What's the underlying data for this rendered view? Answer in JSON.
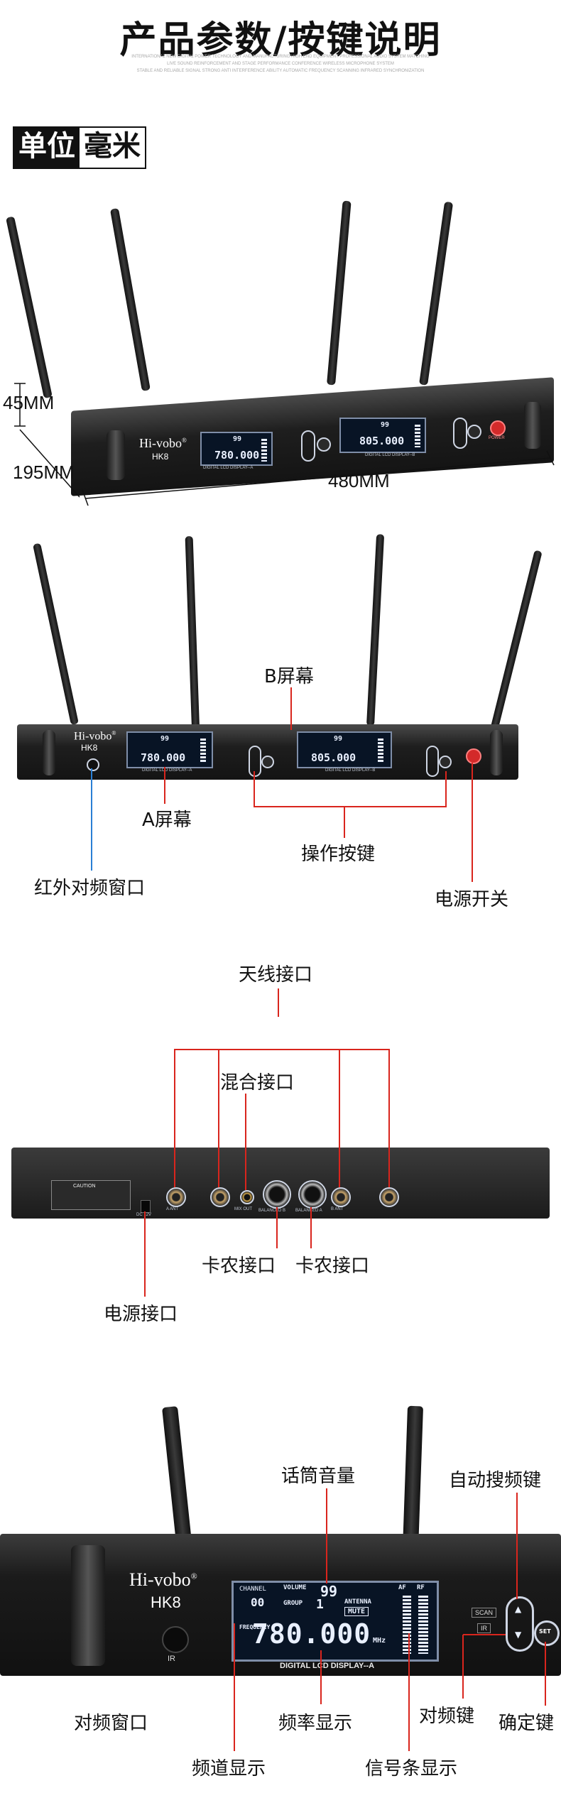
{
  "header": {
    "title": "产品参数/按键说明",
    "subtitle_lines": [
      "INTERNATIONAL NEW DIGITAL POWER TECHNOLOGY AND MANUFACTURING HIGH END EQUIPMENT PROFESSIONAL AUDIO SYSTEM MATCHING",
      "LIVE SOUND REINFORCEMENT AND STAGE PERFORMANCE CONFERENCE WIRELESS MICROPHONE SYSTEM",
      "STABLE AND RELIABLE SIGNAL STRONG ANTI INTERFERENCE ABILITY AUTOMATIC FREQUENCY SCANNING INFRARED SYNCHRONIZATION"
    ]
  },
  "unit_badge": {
    "part1": "单位",
    "part2": "毫米"
  },
  "dimensions": {
    "height": "45MM",
    "depth": "195MM",
    "width": "480MM"
  },
  "device": {
    "brand": "Hi-vobo",
    "brand_mark": "®",
    "model": "HK8",
    "lcd_a_caption": "DIGITAL LCD DISPLAY--A",
    "lcd_b_caption": "DIGITAL LCD DISPLAY--B",
    "lcd_a_freq": "780.000",
    "lcd_b_freq": "805.000",
    "volume": "99",
    "channel": "00",
    "group": "1",
    "unit_mhz": "MHz",
    "antenna_label": "ANTENNA",
    "mute_label": "MUTE",
    "af_label": "AF",
    "rf_label": "RF",
    "vol_tag": "VOLUME",
    "channel_tag": "CHANNEL",
    "group_tag": "GROUP",
    "frequency_tag": "FREQUENCY",
    "scan_label": "SCAN",
    "ir_label": "IR",
    "set_label": "SET",
    "ir_window_label": "IR",
    "power_tag": "POWER"
  },
  "front_panel_labels": {
    "screen_b": "B屏幕",
    "screen_a": "A屏幕",
    "buttons": "操作按键",
    "ir_window": "红外对频窗口",
    "power_switch": "电源开关"
  },
  "rear_panel": {
    "antenna_port": "天线接口",
    "mix_port": "混合接口",
    "xlr_port_1": "卡农接口",
    "xlr_port_2": "卡农接口",
    "power_port": "电源接口",
    "dc_label": "DC 12V",
    "ant_a_label": "A ANT",
    "ant_b_label": "B ANT",
    "mix_out_label": "MIX OUT",
    "bal_a_label": "BALANCED A",
    "bal_b_label": "BALANCED B",
    "caution_label": "CAUTION"
  },
  "detail_labels": {
    "mic_volume": "话筒音量",
    "auto_scan": "自动搜频键",
    "pair_window": "对频窗口",
    "freq_display": "频率显示",
    "pair_key": "对频键",
    "confirm_key": "确定键",
    "channel_display": "频道显示",
    "signal_display": "信号条显示"
  },
  "colors": {
    "red_line": "#d9251d",
    "blue_line": "#2a7fd4",
    "lcd_bg": "#081425"
  }
}
